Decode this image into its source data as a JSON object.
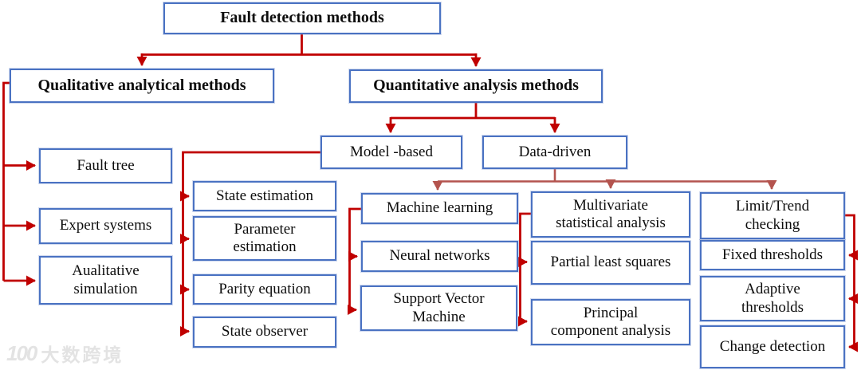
{
  "diagram": {
    "title": "Fault detection methods",
    "nodes": {
      "fault_detection": {
        "label": "Fault detection methods"
      },
      "qualitative": {
        "label": "Qualitative analytical methods"
      },
      "quantitative": {
        "label": "Quantitative analysis methods"
      },
      "fault_tree": {
        "label": "Fault tree"
      },
      "expert_systems": {
        "label": "Expert systems"
      },
      "qualitative_simulation": {
        "label": "Aualitative\nsimulation"
      },
      "model_based": {
        "label": "Model -based"
      },
      "data_driven": {
        "label": "Data-driven"
      },
      "state_estimation": {
        "label": "State estimation"
      },
      "parameter_estimation": {
        "label": "Parameter\nestimation"
      },
      "parity_equation": {
        "label": "Parity equation"
      },
      "state_observer": {
        "label": "State observer"
      },
      "machine_learning": {
        "label": "Machine learning"
      },
      "neural_networks": {
        "label": "Neural networks"
      },
      "support_vector_machine": {
        "label": "Support Vector\nMachine"
      },
      "multivariate": {
        "label": "Multivariate\nstatistical analysis"
      },
      "partial_least_squares": {
        "label": "Partial least squares"
      },
      "principal_component": {
        "label": "Principal\ncomponent analysis"
      },
      "limit_trend": {
        "label": "Limit/Trend\nchecking"
      },
      "fixed_thresholds": {
        "label": "Fixed thresholds"
      },
      "adaptive_thresholds": {
        "label": "Adaptive\nthresholds"
      },
      "change_detection": {
        "label": "Change detection"
      }
    },
    "hierarchy": {
      "fault_detection": [
        "qualitative",
        "quantitative"
      ],
      "qualitative": [
        "fault_tree",
        "expert_systems",
        "qualitative_simulation"
      ],
      "quantitative": [
        "model_based",
        "data_driven"
      ],
      "model_based": [
        "state_estimation",
        "parameter_estimation",
        "parity_equation",
        "state_observer"
      ],
      "data_driven": [
        "machine_learning",
        "multivariate",
        "limit_trend"
      ],
      "machine_learning": [
        "neural_networks",
        "support_vector_machine"
      ],
      "multivariate": [
        "partial_least_squares",
        "principal_component"
      ],
      "limit_trend": [
        "fixed_thresholds",
        "adaptive_thresholds",
        "change_detection"
      ]
    },
    "colors": {
      "box_border": "#4a72c2",
      "connector_red": "#c00000",
      "connector_salmon": "#b4544e",
      "text": "#0d0d0d",
      "background": "#ffffff",
      "watermark": "#e3e3e3"
    },
    "watermark": {
      "logo": "100",
      "text": "大数跨境"
    }
  }
}
